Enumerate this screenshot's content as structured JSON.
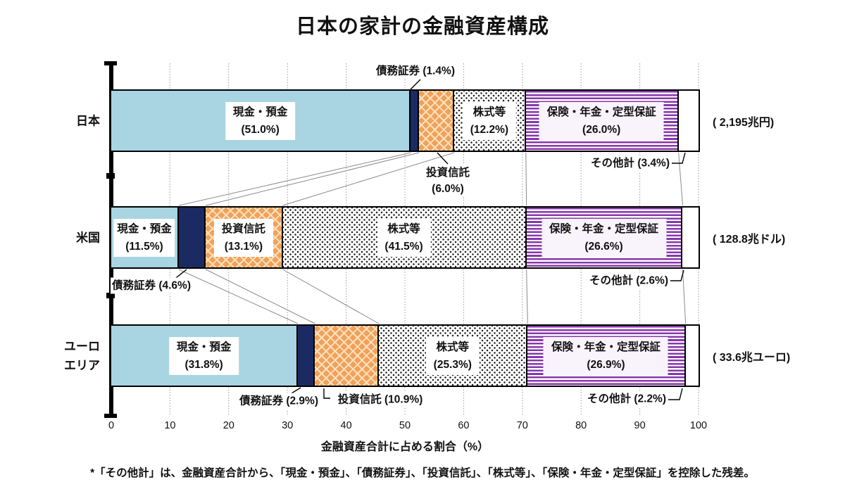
{
  "chart_data": {
    "type": "bar",
    "stacked": true,
    "orientation": "horizontal",
    "title": "日本の家計の金融資産構成",
    "xlabel": "金融資産合計に占める割合（%）",
    "xlim": [
      0,
      100
    ],
    "xticks": [
      0,
      10,
      20,
      30,
      40,
      50,
      60,
      70,
      80,
      90,
      100
    ],
    "grid": "dotted-vertical",
    "categories": [
      "現金・預金",
      "債務証券",
      "投資信託",
      "株式等",
      "保険・年金・定型保証",
      "その他計"
    ],
    "rows": [
      {
        "label": "日本",
        "label_lines": [
          "日本"
        ],
        "total": "( 2,195兆円)",
        "values": [
          51.0,
          1.4,
          6.0,
          12.2,
          26.0,
          3.4
        ],
        "pct_labels": [
          "(51.0%)",
          "(1.4%)",
          "(6.0%)",
          "(12.2%)",
          "(26.0%)",
          "(3.4%)"
        ]
      },
      {
        "label": "米国",
        "label_lines": [
          "米国"
        ],
        "total": "( 128.8兆ドル)",
        "values": [
          11.5,
          4.6,
          13.1,
          41.5,
          26.6,
          2.6
        ],
        "pct_labels": [
          "(11.5%)",
          "(4.6%)",
          "(13.1%)",
          "(41.5%)",
          "(26.6%)",
          "(2.6%)"
        ]
      },
      {
        "label": "ユーロエリア",
        "label_lines": [
          "ユーロ",
          "エリア"
        ],
        "total": "( 33.6兆ユーロ)",
        "values": [
          31.8,
          2.9,
          10.9,
          25.3,
          26.9,
          2.2
        ],
        "pct_labels": [
          "(31.8%)",
          "(2.9%)",
          "(10.9%)",
          "(25.3%)",
          "(26.9%)",
          "(2.2%)"
        ]
      }
    ],
    "footnote": "*「その他計」は、金融資産合計から、「現金・預金」、「債務証券」、「投資信託」、「株式等」、「保険・年金・定型保証」を控除した残差。"
  },
  "colors": {
    "cash": "#a9d4e2",
    "debt": "#1b2a63",
    "trust_base": "#f1a159",
    "trust_lattice": "#fbe2c0",
    "equity_dot": "#1a1a1a",
    "insurance_stripe": "#8638ab",
    "grid": "#9a9a9a",
    "connector": "#8a8a8a",
    "text": "#111111"
  }
}
